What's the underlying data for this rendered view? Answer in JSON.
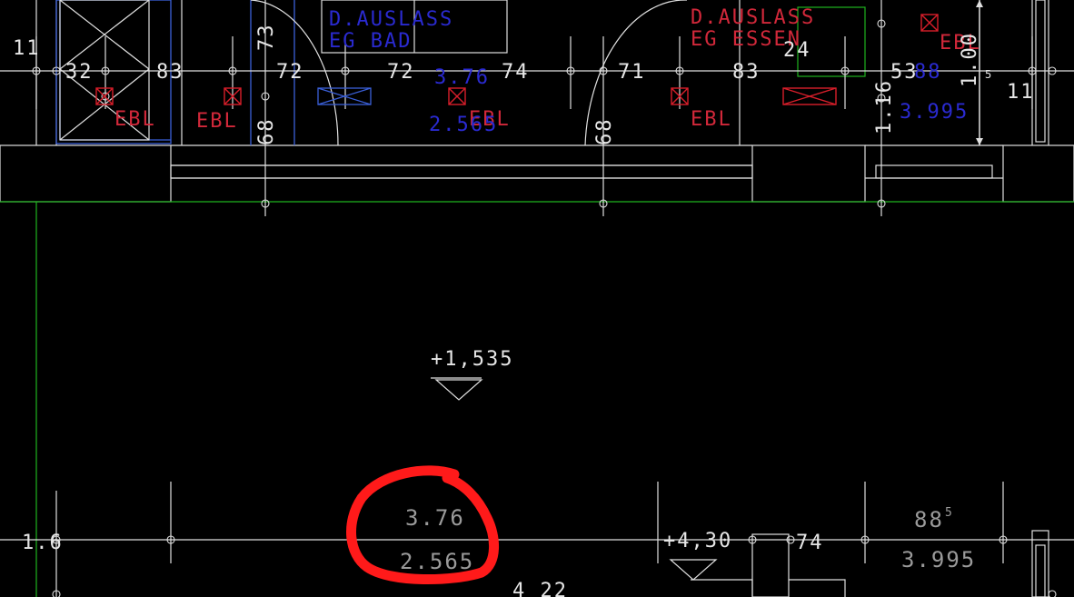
{
  "drawing": {
    "labels": {
      "auslass_left": "D.AUSLASS",
      "eg_bad": "EG BAD",
      "auslass_right": "D.AUSLASS",
      "eg_essen": "EG ESSEN",
      "ebl": "EBL",
      "level_1535": "+1,535",
      "level_430": "+4,30",
      "dim_32": "32",
      "dim_83": "83",
      "dim_72": "72",
      "dim_72b": "72",
      "dim_74": "74",
      "dim_71": "71",
      "dim_83b": "83",
      "dim_53": "53",
      "dim_73": "73",
      "dim_68": "68",
      "dim_68b": "68",
      "dim_24": "24",
      "dim_100": "1.00",
      "dim_116": "1.16",
      "dim_11": "11",
      "dim_11b": "11",
      "dim_165": "1.6",
      "dim_74b": "74",
      "dim_88": "88",
      "dim_5": "5",
      "blue_376": "3.76",
      "blue_2565": "2.565",
      "blue_3995": "3.995",
      "blue_88": "88",
      "grey_376": "3.76",
      "grey_2565": "2.565",
      "grey_3995": "3.995",
      "grey_88": "88",
      "bottom_dim": "4 22"
    },
    "colors": {
      "background": "#000000",
      "annotation": "#ff1a1a",
      "wall": "#e0e0e0",
      "green_line": "#1fb31f",
      "blue_line": "#3a5fd8",
      "red_text": "#d2283a",
      "blue_text": "#2a2ad0"
    }
  }
}
